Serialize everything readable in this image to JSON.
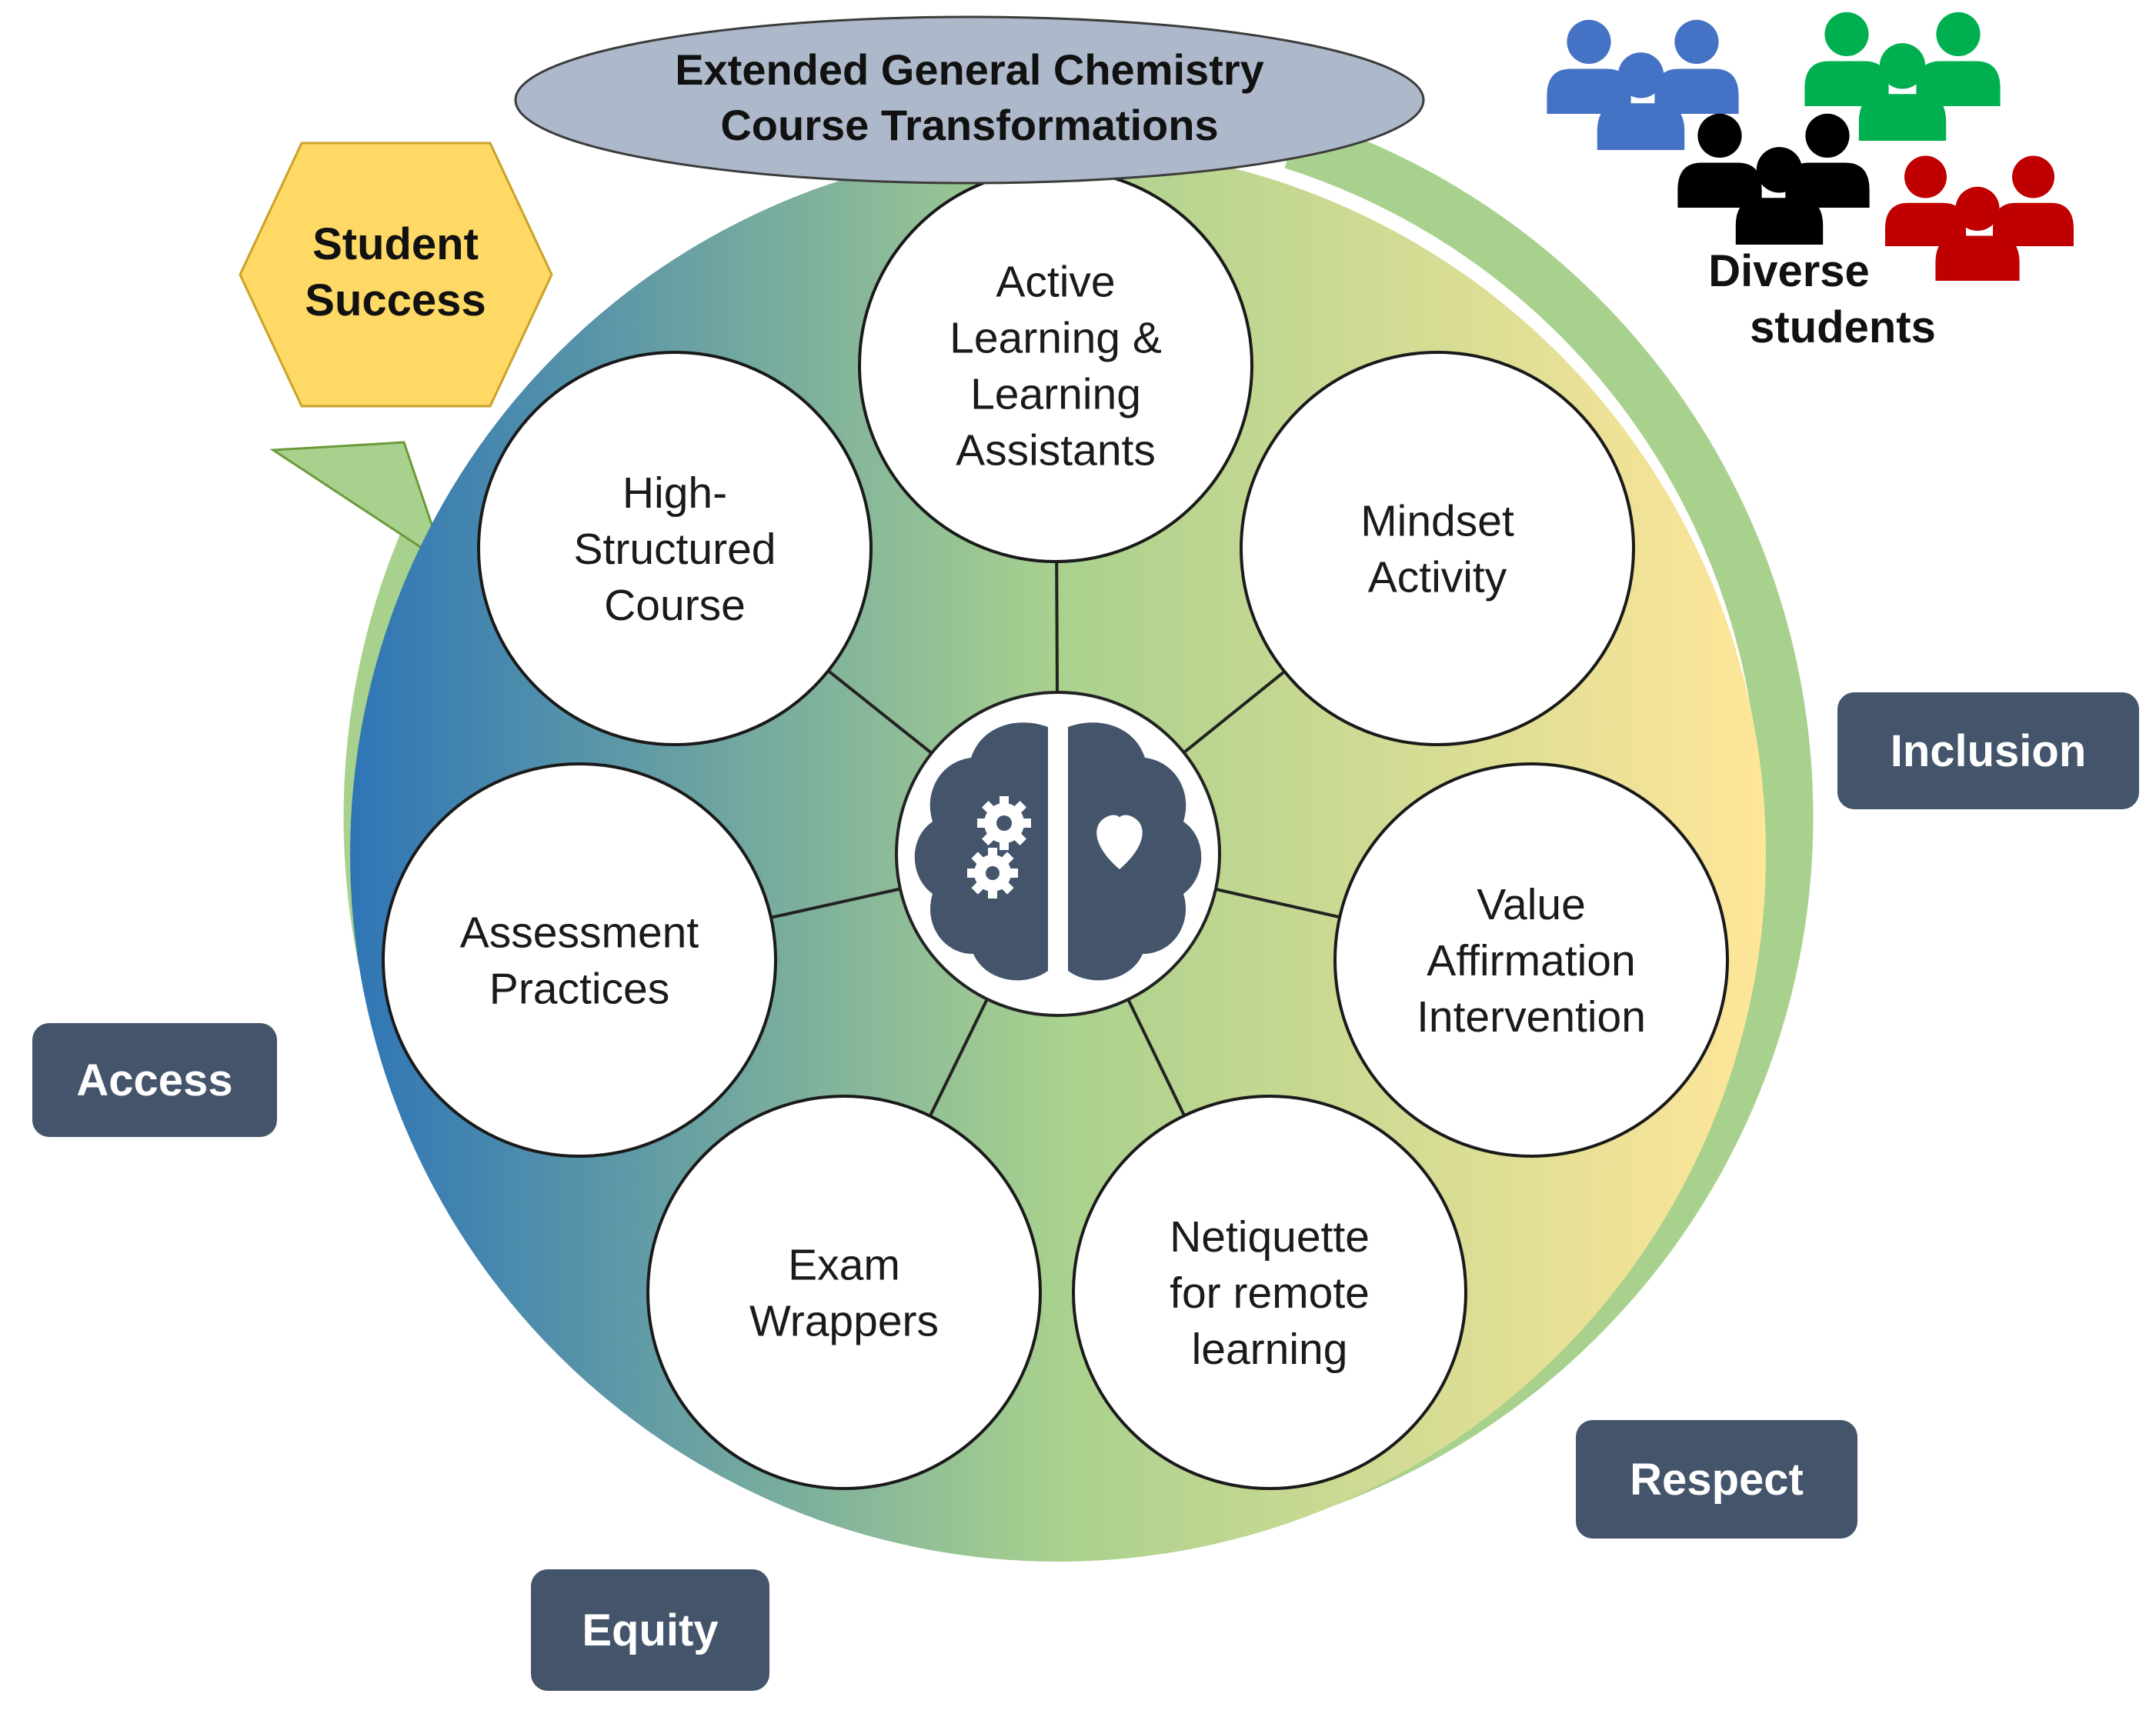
{
  "title": {
    "line1": "Extended General Chemistry",
    "line2": "Course Transformations"
  },
  "student_success": {
    "line1": "Student",
    "line2": "Success"
  },
  "diverse_students": {
    "line1": "Diverse",
    "line2": "students"
  },
  "values": {
    "inclusion": "Inclusion",
    "access": "Access",
    "respect": "Respect",
    "equity": "Equity"
  },
  "nodes": [
    {
      "lines": [
        "Active",
        "Learning &",
        "Learning",
        "Assistants"
      ]
    },
    {
      "lines": [
        "Mindset",
        "Activity"
      ]
    },
    {
      "lines": [
        "Value",
        "Affirmation",
        "Intervention"
      ]
    },
    {
      "lines": [
        "Netiquette",
        "for remote",
        "learning"
      ]
    },
    {
      "lines": [
        "Exam",
        "Wrappers"
      ]
    },
    {
      "lines": [
        "Assessment",
        "Practices"
      ]
    },
    {
      "lines": [
        "High-",
        "Structured",
        "Course"
      ]
    }
  ],
  "colors": {
    "gradient_start": "#2e75b6",
    "gradient_mid": "#a9d18e",
    "gradient_end": "#ffe699",
    "ring": "#a9d18e",
    "hexagon": "#ffd966",
    "badge": "#44546a",
    "title_ellipse": "#adb9ca",
    "people_blue": "#4472c4",
    "people_green": "#00b050",
    "people_black": "#000000",
    "people_red": "#c00000"
  },
  "center_icon": "brain-gears-heart-icon"
}
